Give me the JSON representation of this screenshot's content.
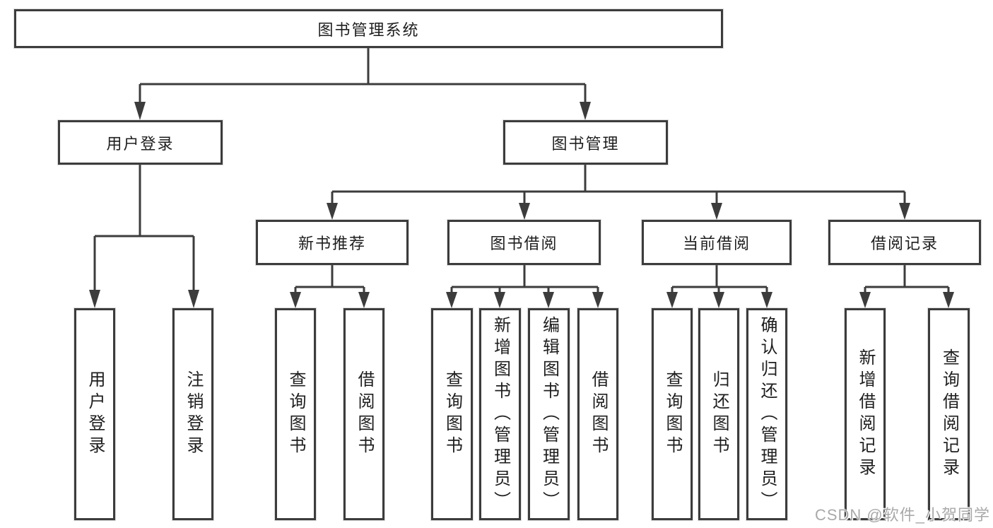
{
  "diagram_title": "图书管理系统",
  "nodes": {
    "root": {
      "label": "图书管理系统"
    },
    "user_login": {
      "label": "用户登录"
    },
    "book_mgmt": {
      "label": "图书管理"
    },
    "new_book_rec": {
      "label": "新书推荐"
    },
    "book_borrow": {
      "label": "图书借阅"
    },
    "current_borrow": {
      "label": "当前借阅"
    },
    "borrow_records": {
      "label": "借阅记录"
    }
  },
  "leaves": [
    {
      "id": "user-login",
      "parent": "用户登录",
      "label": "用户登录"
    },
    {
      "id": "logout",
      "parent": "用户登录",
      "label": "注销登录"
    },
    {
      "id": "rec-query-books",
      "parent": "新书推荐",
      "label": "查询图书"
    },
    {
      "id": "rec-borrow-books",
      "parent": "新书推荐",
      "label": "借阅图书"
    },
    {
      "id": "borrow-query-books",
      "parent": "图书借阅",
      "label": "查询图书"
    },
    {
      "id": "borrow-add-books",
      "parent": "图书借阅",
      "label": "新增图书（管理员）"
    },
    {
      "id": "borrow-edit-books",
      "parent": "图书借阅",
      "label": "编辑图书（管理员）"
    },
    {
      "id": "borrow-borrow-books",
      "parent": "图书借阅",
      "label": "借阅图书"
    },
    {
      "id": "current-query-books",
      "parent": "当前借阅",
      "label": "查询图书"
    },
    {
      "id": "current-return-books",
      "parent": "当前借阅",
      "label": "归还图书"
    },
    {
      "id": "current-confirm-return",
      "parent": "当前借阅",
      "label": "确认归还（管理员）"
    },
    {
      "id": "records-add-record",
      "parent": "借阅记录",
      "label": "新增借阅记录"
    },
    {
      "id": "records-query-record",
      "parent": "借阅记录",
      "label": "查询借阅记录"
    }
  ],
  "watermark": {
    "text": "CSDN @软件_小贺同学"
  },
  "colors": {
    "line": "#3c3c3c",
    "box_border": "#3c3c3c",
    "text": "#1e1e1e",
    "background": "#ffffff",
    "watermark": "#a9a9a9"
  }
}
